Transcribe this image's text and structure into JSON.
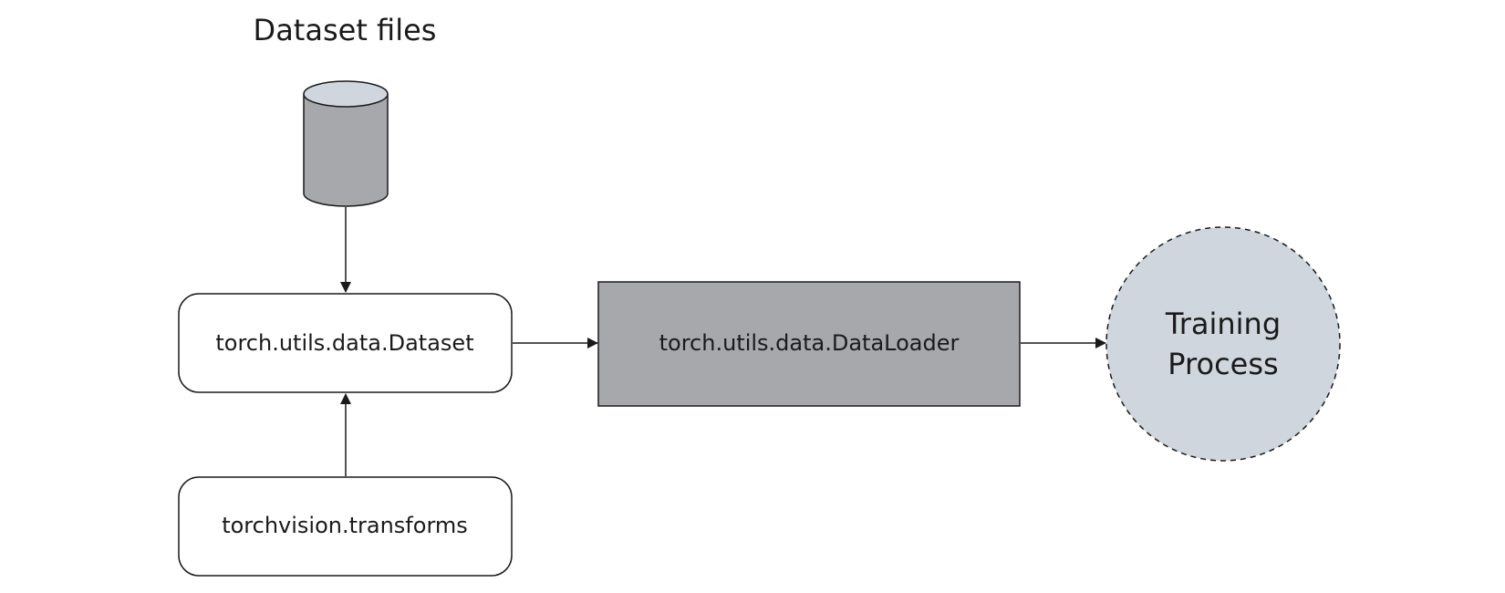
{
  "diagram": {
    "storage_title": "Dataset files",
    "storage_icon": "database-cylinder-icon",
    "dataset_label": "torch.utils.data.Dataset",
    "transforms_label": "torchvision.transforms",
    "dataloader_label": "torch.utils.data.DataLoader",
    "training_line1": "Training",
    "training_line2": "Process"
  },
  "colors": {
    "cylinder_body": "#a7a8ac",
    "cylinder_top": "#cfd6de",
    "dataloader_fill": "#a7a8ac",
    "training_fill": "#cfd6de",
    "stroke": "#1a1a1a",
    "box_fill": "#ffffff"
  }
}
